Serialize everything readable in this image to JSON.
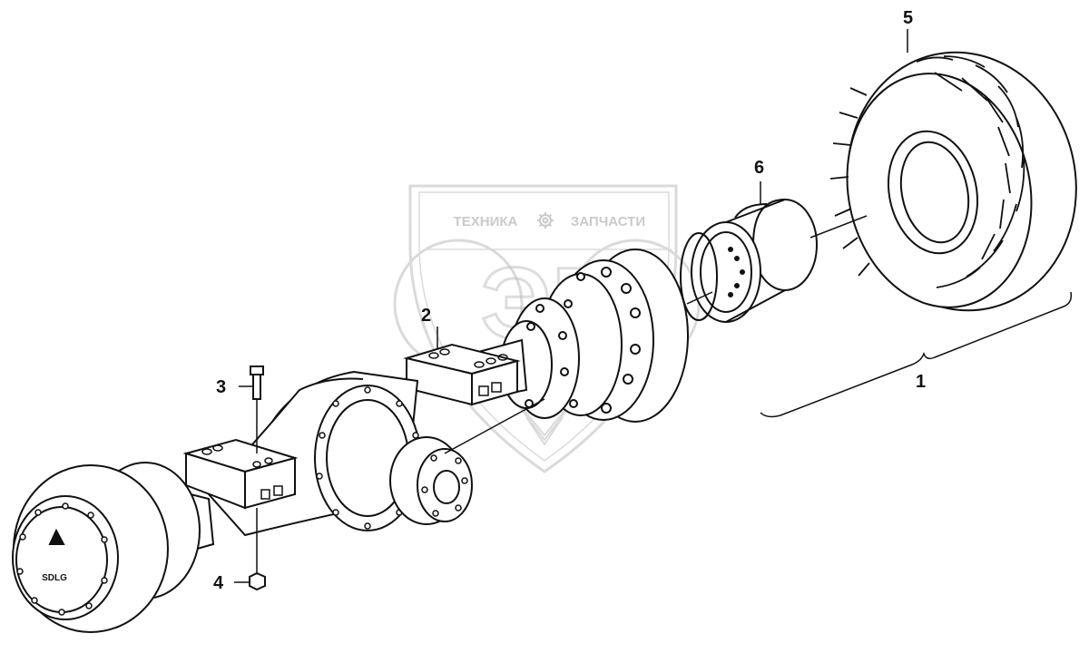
{
  "diagram": {
    "callouts": [
      {
        "id": "c1",
        "label": "1"
      },
      {
        "id": "c2",
        "label": "2"
      },
      {
        "id": "c3",
        "label": "3"
      },
      {
        "id": "c4",
        "label": "4"
      },
      {
        "id": "c5",
        "label": "5"
      },
      {
        "id": "c6",
        "label": "6"
      }
    ],
    "hub_marking": "SDLG"
  },
  "watermark": {
    "left_word": "ТЕХНИКА",
    "right_word": "ЗАПЧАСТИ",
    "gear_icon": "gear-icon",
    "logo_letters": "ЭГ",
    "color": "#c9c9c9"
  },
  "colors": {
    "line": "#111111",
    "background": "#ffffff"
  }
}
